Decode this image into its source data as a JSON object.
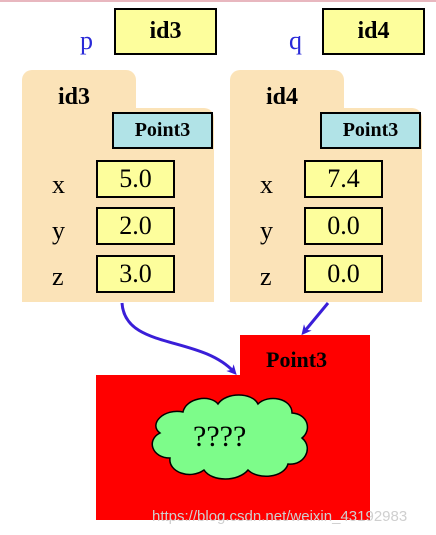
{
  "variables": [
    {
      "name": "p",
      "value": "id3"
    },
    {
      "name": "q",
      "value": "id4"
    }
  ],
  "objects": [
    {
      "id": "id3",
      "class": "Point3",
      "fields": [
        {
          "name": "x",
          "value": "5.0"
        },
        {
          "name": "y",
          "value": "2.0"
        },
        {
          "name": "z",
          "value": "3.0"
        }
      ]
    },
    {
      "id": "id4",
      "class": "Point3",
      "fields": [
        {
          "name": "x",
          "value": "7.4"
        },
        {
          "name": "y",
          "value": "0.0"
        },
        {
          "name": "z",
          "value": "0.0"
        }
      ]
    }
  ],
  "unknown_object": {
    "class": "Point3",
    "content": "????"
  },
  "watermark": "https://blog.csdn.net/weixin_43192983",
  "colors": {
    "id_box": "#fdfe9c",
    "folder": "#fbe3b8",
    "class_box": "#b1e3e7",
    "unknown_object": "#ff0000",
    "cloud": "#7dfc8a",
    "arrow": "#3a1ed8",
    "variable_letter": "#2a2ad8"
  }
}
